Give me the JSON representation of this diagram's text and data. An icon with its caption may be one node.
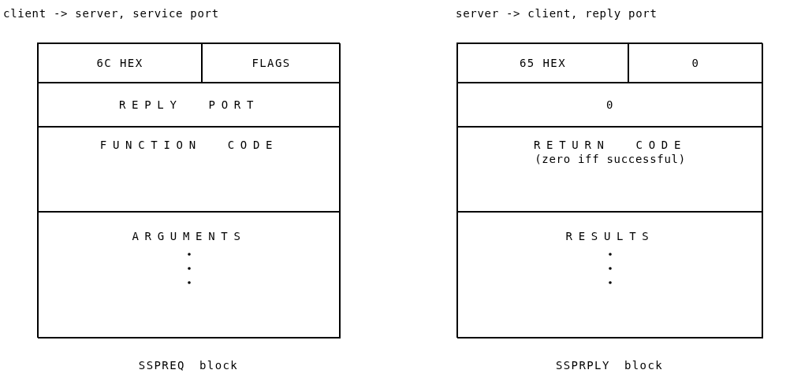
{
  "diagram": {
    "nodes": [
      {
        "text": [
          "client -> server, service port"
        ],
        "beside": [
          "SSPREQ block"
        ]
      },
      {
        "text": [
          "6C HEX"
        ],
        "in": 0
      },
      {
        "text": [
          "FLAGS"
        ],
        "in": 0
      },
      {
        "text": [
          "REPLY PORT"
        ],
        "in": 0
      },
      {
        "text": [
          "FUNCTION CODE"
        ],
        "in": 0
      },
      {
        "text": [
          "ARGUMENTS"
        ],
        "in": 0
      },
      {
        "text": [
          "server -> client, reply port"
        ],
        "beside": [
          "SSPRPLY block"
        ]
      },
      {
        "text": [
          "65 HEX"
        ],
        "in": 6
      },
      {
        "text": [
          "0"
        ],
        "in": 6
      },
      {
        "text": [
          "0"
        ],
        "in": 6
      },
      {
        "text": [
          "RETURN CODE",
          "(zero iff successful)"
        ],
        "in": 6
      },
      {
        "text": [
          "RESULTS"
        ],
        "in": 6
      }
    ]
  }
}
